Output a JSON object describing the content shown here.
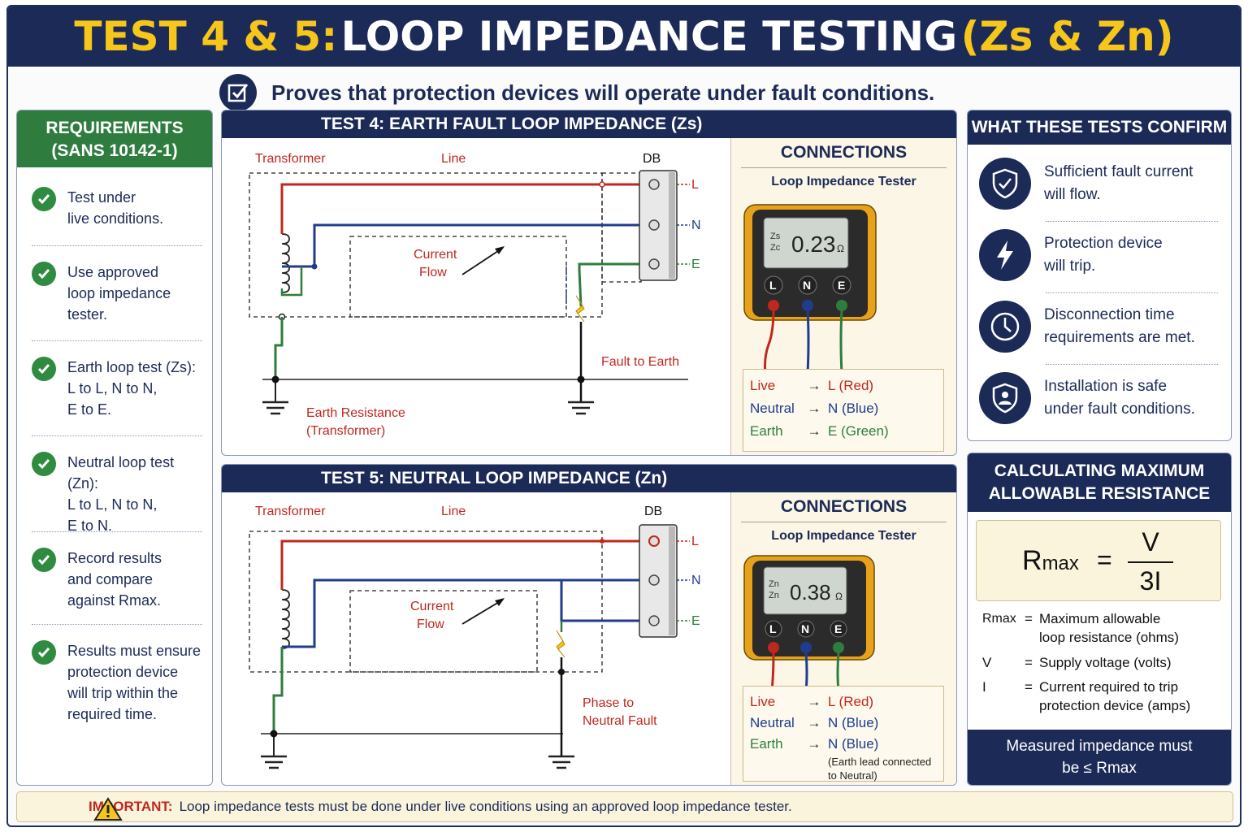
{
  "title": {
    "part1": "TEST 4 & 5:",
    "part2": "LOOP IMPEDANCE TESTING",
    "part3": "(Zs & Zn)"
  },
  "subtitle": "Proves that protection devices will operate under fault conditions.",
  "requirements": {
    "heading_line1": "REQUIREMENTS",
    "heading_line2": "(SANS 10142-1)",
    "items": [
      "Test under\nlive conditions.",
      "Use approved\nloop impedance\ntester.",
      "Earth loop test (Zs):\nL to L, N to N,\nE to E.",
      "Neutral loop test (Zn):\nL to L, N to N,\nE to N.",
      "Record results\nand compare\nagainst Rmax.",
      "Results must ensure\nprotection device\nwill trip within the\nrequired time."
    ]
  },
  "test4": {
    "heading": "TEST 4:  EARTH FAULT LOOP IMPEDANCE (Zs)",
    "labels": {
      "transformer": "Transformer",
      "line": "Line",
      "db": "DB",
      "l": "L",
      "n": "N",
      "e": "E",
      "current1": "Current",
      "current2": "Flow",
      "fault": "Fault to Earth",
      "earth_res1": "Earth Resistance",
      "earth_res2": "(Transformer)"
    },
    "connections": {
      "title": "CONNECTIONS",
      "tester": "Loop Impedance Tester",
      "display_top": "Zs",
      "display_bottom": "Zc",
      "reading": "0.23",
      "unit": "Ω",
      "terminals": [
        "L",
        "N",
        "E"
      ],
      "rows": [
        {
          "from": "Live",
          "to": "L (Red)",
          "color": "#c0271d"
        },
        {
          "from": "Neutral",
          "to": "N (Blue)",
          "color": "#1f3c8f"
        },
        {
          "from": "Earth",
          "to": "E (Green)",
          "color": "#2e7d3e"
        }
      ]
    }
  },
  "test5": {
    "heading": "TEST 5:  NEUTRAL LOOP IMPEDANCE (Zn)",
    "labels": {
      "transformer": "Transformer",
      "line": "Line",
      "db": "DB",
      "l": "L",
      "n": "N",
      "e": "E",
      "current1": "Current",
      "current2": "Flow",
      "fault1": "Phase to",
      "fault2": "Neutral Fault"
    },
    "connections": {
      "title": "CONNECTIONS",
      "tester": "Loop Impedance Tester",
      "display_top": "Zn",
      "display_bottom": "Zn",
      "reading": "0.38",
      "unit": "Ω",
      "terminals": [
        "L",
        "N",
        "E"
      ],
      "rows": [
        {
          "from": "Live",
          "to": "L (Red)",
          "color": "#c0271d"
        },
        {
          "from": "Neutral",
          "to": "N (Blue)",
          "color": "#1f3c8f"
        },
        {
          "from": "Earth",
          "to": "N (Blue)",
          "color": "#2e7d3e"
        }
      ],
      "note": "(Earth lead connected\nto Neutral)"
    }
  },
  "confirm": {
    "heading": "WHAT THESE TESTS CONFIRM",
    "items": [
      {
        "icon": "shield-check-icon",
        "text": "Sufficient fault current\nwill flow."
      },
      {
        "icon": "lightning-icon",
        "text": "Protection device\nwill trip."
      },
      {
        "icon": "clock-icon",
        "text": "Disconnection time\nrequirements are met."
      },
      {
        "icon": "shield-person-icon",
        "text": "Installation is safe\nunder fault conditions."
      }
    ]
  },
  "calc": {
    "heading_line1": "CALCULATING MAXIMUM",
    "heading_line2": "ALLOWABLE RESISTANCE",
    "formula": {
      "lhs": "R",
      "lhs_sub": "max",
      "eq": "=",
      "num": "V",
      "den": "3I"
    },
    "legend": [
      {
        "key": "Rmax",
        "eq": "=",
        "val": "Maximum allowable\nloop resistance (ohms)"
      },
      {
        "key": "V",
        "eq": "=",
        "val": "Supply voltage (volts)"
      },
      {
        "key": "I",
        "eq": "=",
        "val": "Current required to trip\n protection device (amps)"
      }
    ],
    "footer_line1": "Measured impedance must",
    "footer_line2": "be ≤ Rmax"
  },
  "important": {
    "label": "IMPORTANT:",
    "message": "Loop impedance tests must be done under live conditions using an approved loop impedance tester."
  },
  "colors": {
    "navy": "#1c2a57",
    "yellow": "#f7c61a",
    "green": "#2e7d3e",
    "red": "#c0271d",
    "blue": "#1f3c8f"
  }
}
